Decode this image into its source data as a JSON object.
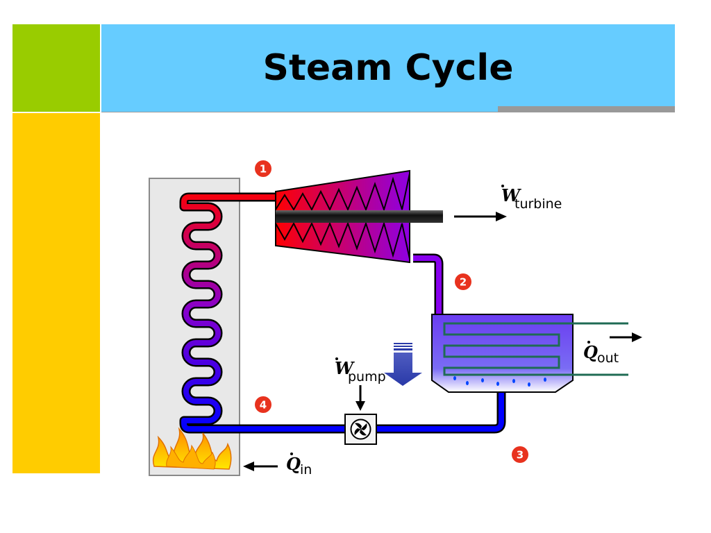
{
  "slide": {
    "title": "Steam Cycle"
  },
  "diagram": {
    "states": [
      "1",
      "2",
      "3",
      "4"
    ],
    "labels": {
      "w_turbine": {
        "symbol": "W",
        "subscript": "turbine"
      },
      "q_out": {
        "symbol": "Q",
        "subscript": "out"
      },
      "w_pump": {
        "symbol": "W",
        "subscript": "pump"
      },
      "q_in": {
        "symbol": "Q",
        "subscript": "in"
      }
    },
    "colors": {
      "hot": "#ff0000",
      "mid": "#8800cc",
      "cold": "#0000ff",
      "state_marker": "#e8321e",
      "title_band": "#66ccff",
      "accent_green": "#99cc00",
      "accent_yellow": "#ffcc00"
    }
  }
}
